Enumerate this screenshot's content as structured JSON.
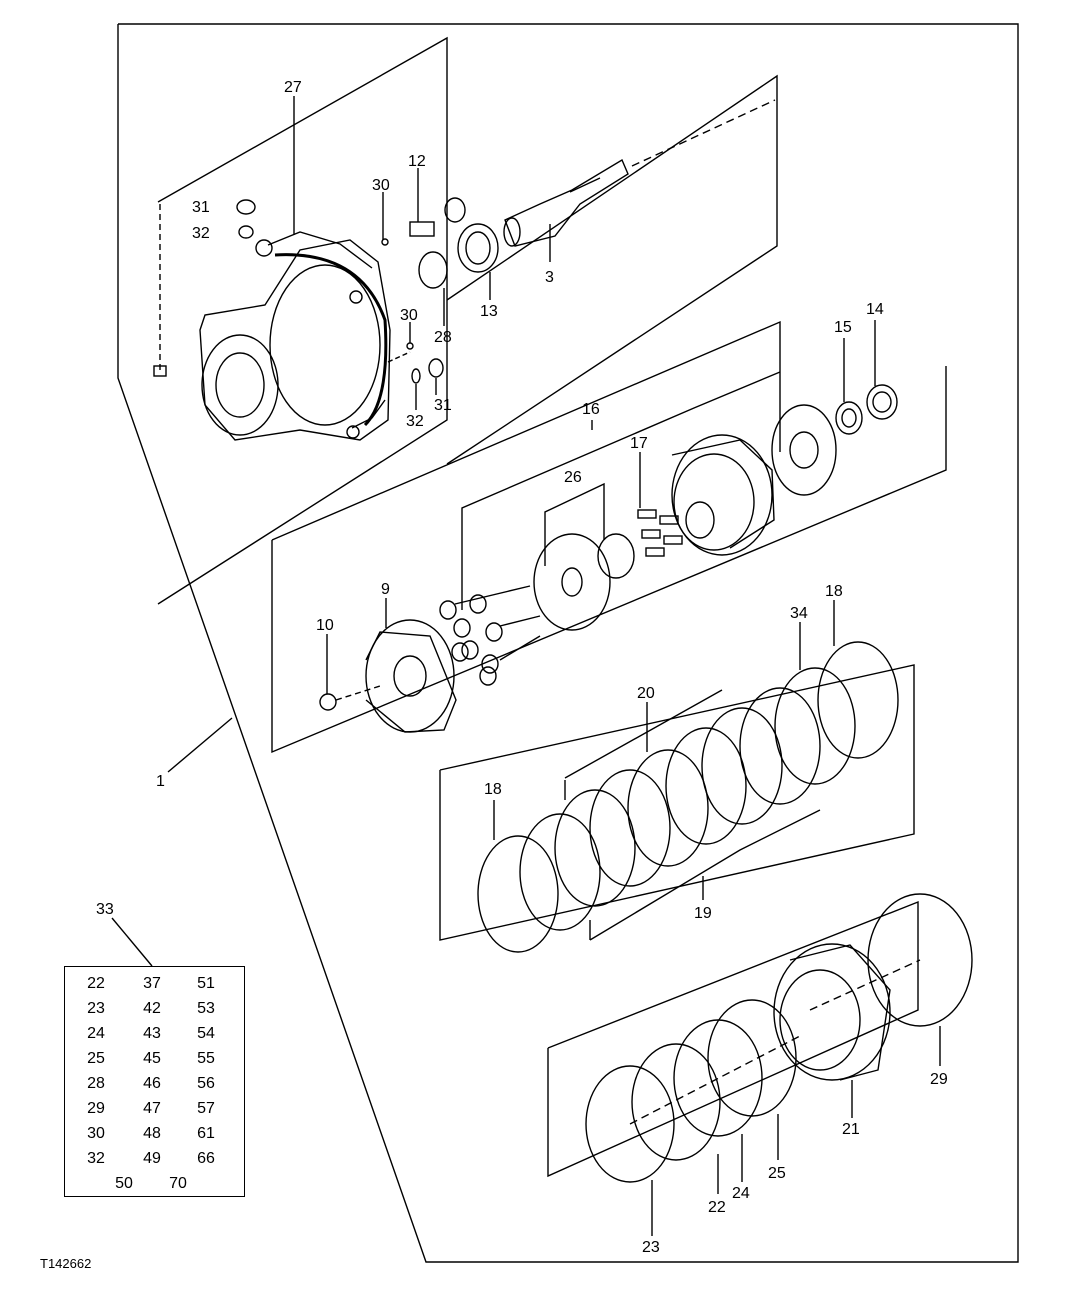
{
  "figure_id": "T142662",
  "callouts": {
    "c1": "1",
    "c3": "3",
    "c9": "9",
    "c10": "10",
    "c12": "12",
    "c13": "13",
    "c14": "14",
    "c15": "15",
    "c16": "16",
    "c17": "17",
    "c18a": "18",
    "c18b": "18",
    "c19": "19",
    "c20": "20",
    "c21": "21",
    "c22": "22",
    "c23": "23",
    "c24": "24",
    "c25": "25",
    "c26": "26",
    "c27": "27",
    "c28": "28",
    "c29": "29",
    "c30a": "30",
    "c30b": "30",
    "c31a": "31",
    "c31b": "31",
    "c32a": "32",
    "c32b": "32",
    "c33": "33",
    "c34": "34"
  },
  "kit_table": {
    "rows": [
      [
        "22",
        "37",
        "51"
      ],
      [
        "23",
        "42",
        "53"
      ],
      [
        "24",
        "43",
        "54"
      ],
      [
        "25",
        "45",
        "55"
      ],
      [
        "28",
        "46",
        "56"
      ],
      [
        "29",
        "47",
        "57"
      ],
      [
        "30",
        "48",
        "61"
      ],
      [
        "32",
        "49",
        "66"
      ]
    ],
    "last_row": [
      "50",
      "70"
    ]
  }
}
